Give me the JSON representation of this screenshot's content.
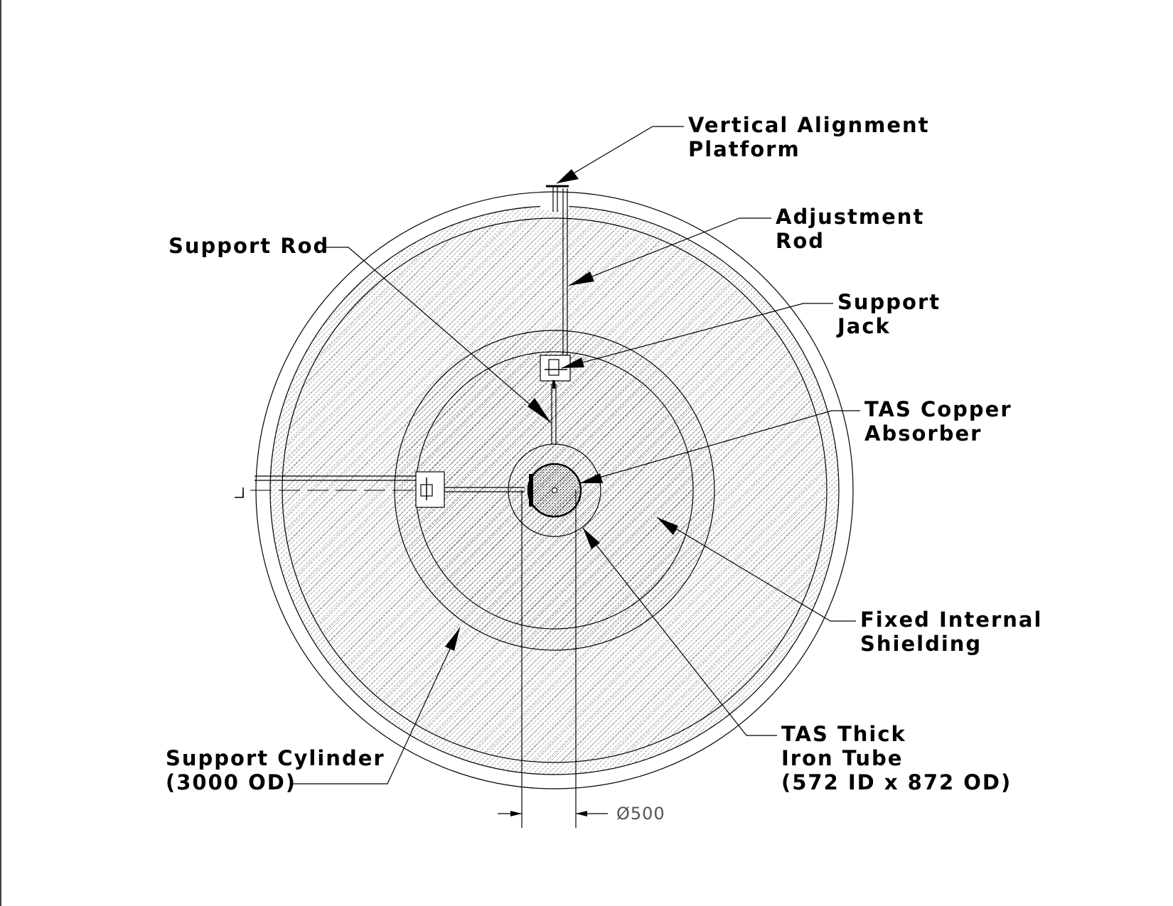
{
  "labels": {
    "vertical_alignment_platform": [
      "Vertical Alignment",
      "Platform"
    ],
    "adjustment_rod": [
      "Adjustment",
      "Rod"
    ],
    "support_rod": "Support Rod",
    "support_jack": [
      "Support",
      "Jack"
    ],
    "tas_copper_absorber": [
      "TAS Copper",
      "Absorber"
    ],
    "fixed_internal_shielding": [
      "Fixed Internal",
      "Shielding"
    ],
    "tas_thick_iron_tube": [
      "TAS Thick",
      "Iron Tube",
      "(572 ID x 872 OD)"
    ],
    "support_cylinder": [
      "Support Cylinder",
      "(3000 OD)"
    ]
  },
  "dimension": {
    "text": "Ø500"
  },
  "colors": {
    "line": "#000000",
    "hatch": "#333333",
    "dimension": "#555555",
    "background": "#ffffff"
  }
}
